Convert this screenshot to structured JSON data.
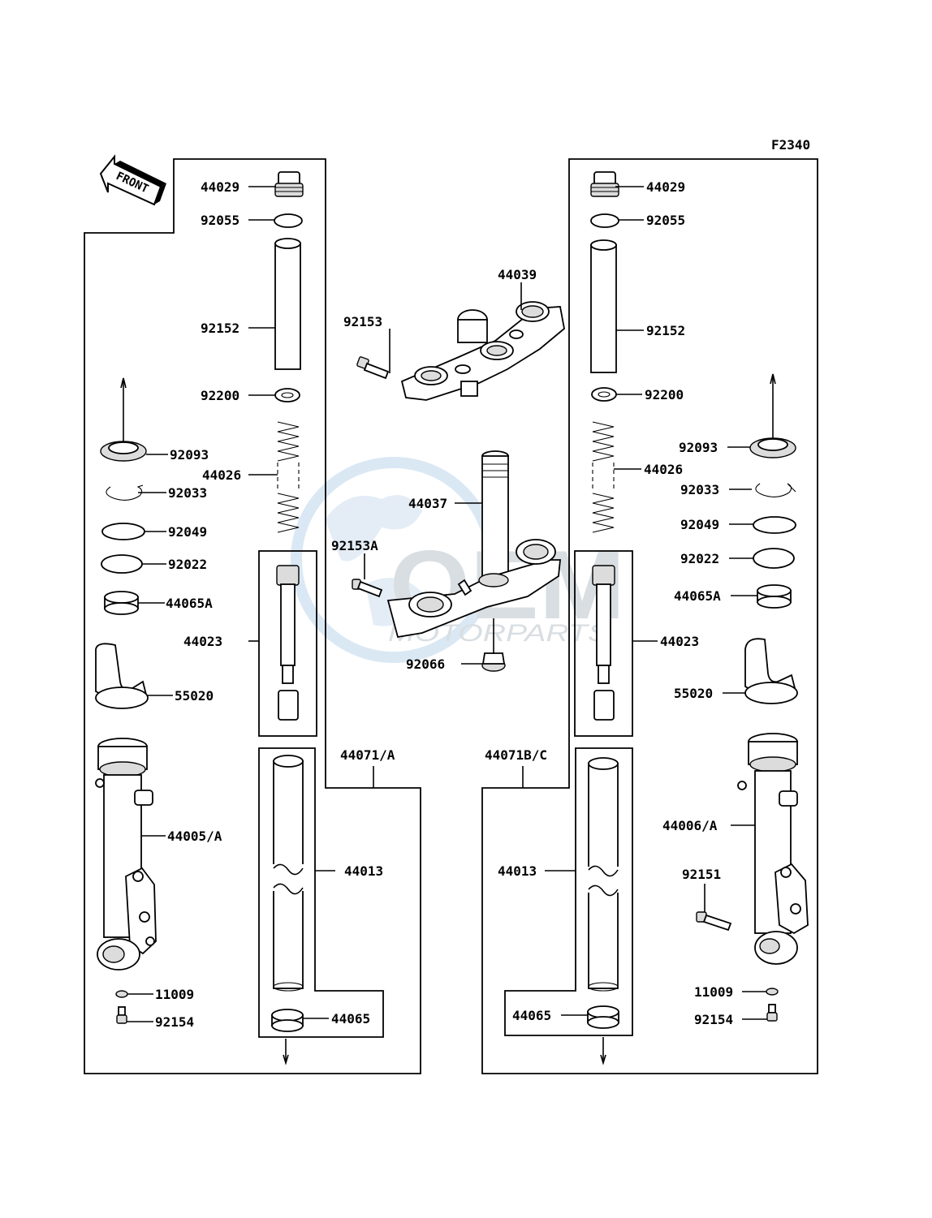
{
  "figure_code": "F2340",
  "front_label": "FRONT",
  "watermark": {
    "brand": "OEM",
    "sub": "MOTORPARTS"
  },
  "labels": {
    "l_44029": "44029",
    "l_92055": "92055",
    "l_92152": "92152",
    "l_92200": "92200",
    "l_44026": "44026",
    "l_92093": "92093",
    "l_92033": "92033",
    "l_92049": "92049",
    "l_92022": "92022",
    "l_44065A": "44065A",
    "l_44023": "44023",
    "l_55020": "55020",
    "l_44005A": "44005/A",
    "l_11009": "11009",
    "l_92154": "92154",
    "l_44071A": "44071/A",
    "l_44013": "44013",
    "l_44065": "44065",
    "c_44039": "44039",
    "c_92153": "92153",
    "c_44037": "44037",
    "c_92153A": "92153A",
    "c_92066": "92066",
    "r_44029": "44029",
    "r_92055": "92055",
    "r_92152": "92152",
    "r_92200": "92200",
    "r_44026": "44026",
    "r_92093": "92093",
    "r_92033": "92033",
    "r_92049": "92049",
    "r_92022": "92022",
    "r_44065A": "44065A",
    "r_44023": "44023",
    "r_55020": "55020",
    "r_44071BC": "44071B/C",
    "r_44013": "44013",
    "r_44006A": "44006/A",
    "r_92151": "92151",
    "r_11009": "11009",
    "r_92154": "92154",
    "r_44065": "44065"
  },
  "colors": {
    "line": "#000000",
    "watermark": "#cfe0ef",
    "watermark_text": "#b9c4cc"
  }
}
